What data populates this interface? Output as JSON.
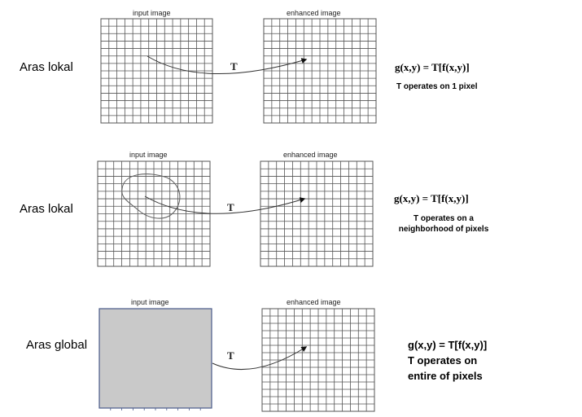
{
  "rows": [
    {
      "label": "Aras lokal",
      "input_caption": "input image",
      "output_caption": "enhanced image",
      "operator": "T",
      "formula": "g(x,y) = T[f(x,y)]",
      "description": "T operates on 1 pixel",
      "input_region": "single-pixel"
    },
    {
      "label": "Aras lokal",
      "input_caption": "input image",
      "output_caption": "enhanced image",
      "operator": "T",
      "formula": "g(x,y) = T[f(x,y)]",
      "description_lines": [
        "T operates on a",
        "neighborhood of pixels"
      ],
      "input_region": "neighborhood"
    },
    {
      "label": "Aras global",
      "input_caption": "input image",
      "output_caption": "enhanced image",
      "operator": "T",
      "formula": "g(x,y) = T[f(x,y)]",
      "description_lines": [
        "T operates on",
        "entire of pixels"
      ],
      "input_region": "entire-image",
      "input_fill": "#c9c9c9"
    }
  ],
  "colors": {
    "grid": "#555555",
    "arrow": "#333333",
    "shaded": "#c9c9c9"
  }
}
